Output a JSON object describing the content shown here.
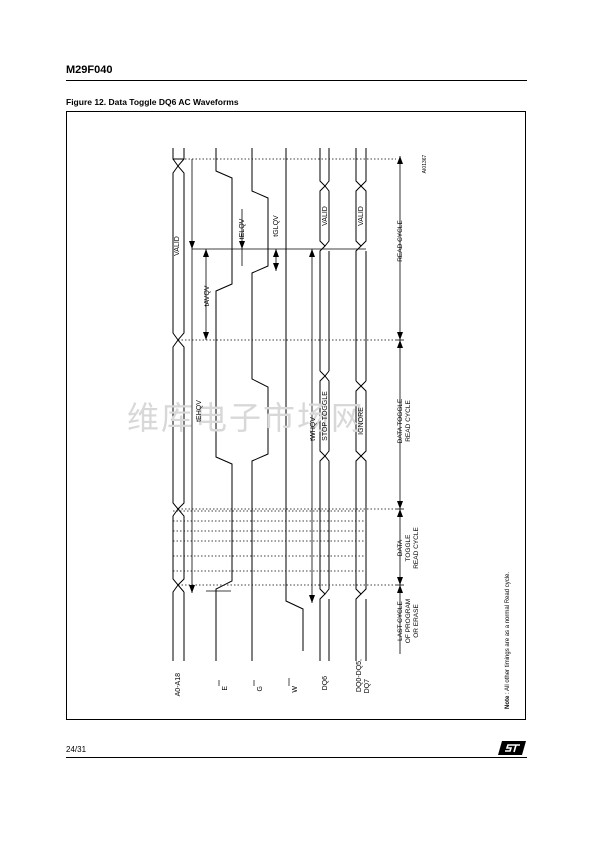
{
  "page": {
    "header": "M29F040",
    "figure_title": "Figure 12.  Data Toggle DQ6 AC Waveforms",
    "page_number": "24/31",
    "logo": "st-logo"
  },
  "figure": {
    "id_code": "AI01367",
    "signals": {
      "addr": "A0-A18",
      "e": "E",
      "g": "G",
      "w": "W",
      "dq6": "DQ6",
      "dq_other_1": "DQ0-DQ5,",
      "dq_other_2": "DQ7"
    },
    "bus_labels": {
      "valid_addr": "VALID",
      "valid_dq6": "VALID",
      "valid_dq": "VALID",
      "stop_toggle": "STOP TOGGLE",
      "ignore": "IGNORE"
    },
    "timing": {
      "tehqv": "tEHQV",
      "tavqv": "tAVQV",
      "telqv": "tELQV",
      "tglqv": "tGLQV",
      "twhqv": "tWHQV"
    },
    "cycles": {
      "last_1": "LAST CYCLE",
      "last_2": "OF PROGRAM",
      "last_3": "OR ERASE",
      "data_1": "DATA",
      "data_2": "TOGGLE",
      "data_3": "READ CYCLE",
      "toggle_1": "DATA TOGGLE",
      "toggle_2": "READ CYCLE",
      "read": "READ CYCLE"
    },
    "note_label": "Note",
    "note_text": " : All other timings are as a normal Read cycle.",
    "watermark": "维库电子市场网"
  }
}
